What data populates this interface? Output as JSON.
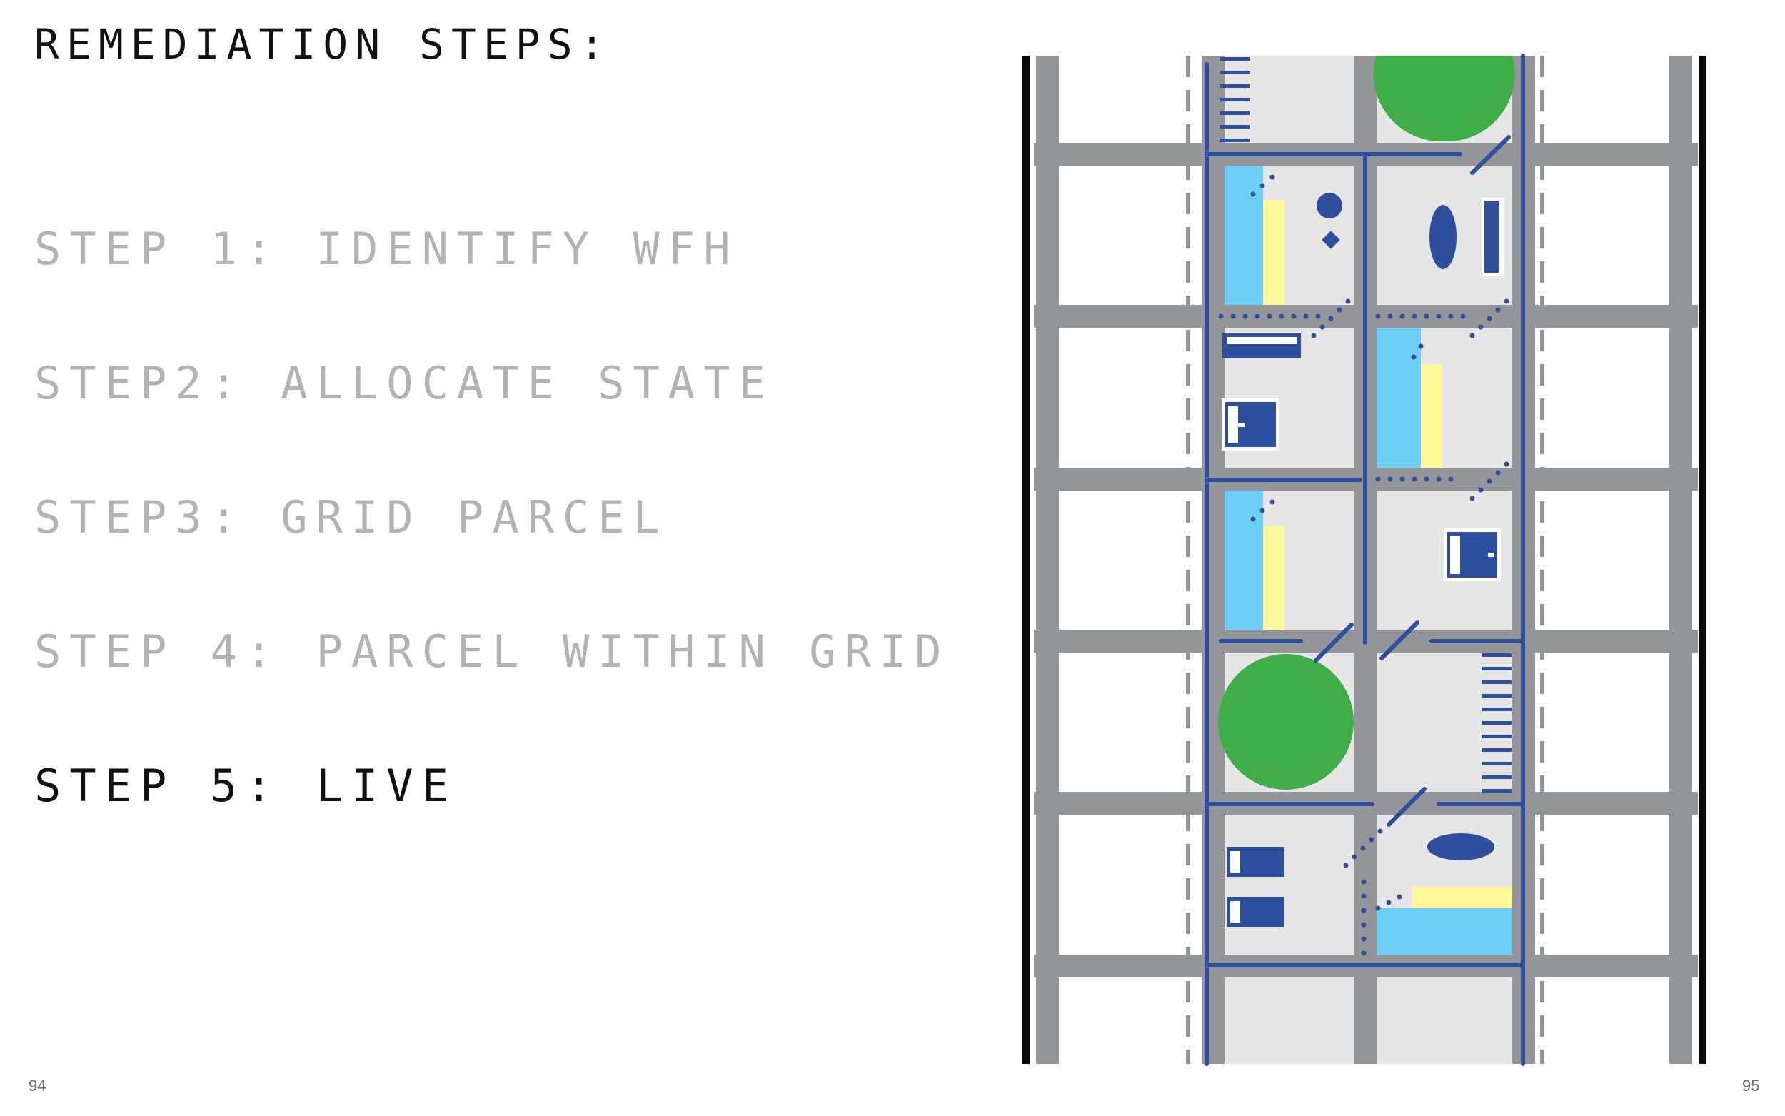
{
  "heading": "REMEDIATION STEPS:",
  "steps": [
    {
      "label": "STEP 1: IDENTIFY WFH",
      "active": false
    },
    {
      "label": "STEP2: ALLOCATE STATE",
      "active": false
    },
    {
      "label": "STEP3: GRID PARCEL",
      "active": false
    },
    {
      "label": "STEP 4: PARCEL WITHIN GRID",
      "active": false
    },
    {
      "label": "STEP 5: LIVE",
      "active": true
    }
  ],
  "page_numbers": {
    "left": "94",
    "right": "95"
  },
  "colors": {
    "road": "#939598",
    "parcel": "#e6e6e6",
    "path_blue": "#2e4e9e",
    "water_blue": "#6dcff6",
    "sand_yellow": "#fff799",
    "park_green": "#3fae49",
    "edge_black": "#0a0a0a"
  },
  "icons": [
    "tree-canopy-icon",
    "stair-icon",
    "bed-icon",
    "table-icon",
    "sofa-icon",
    "pool-icon"
  ]
}
